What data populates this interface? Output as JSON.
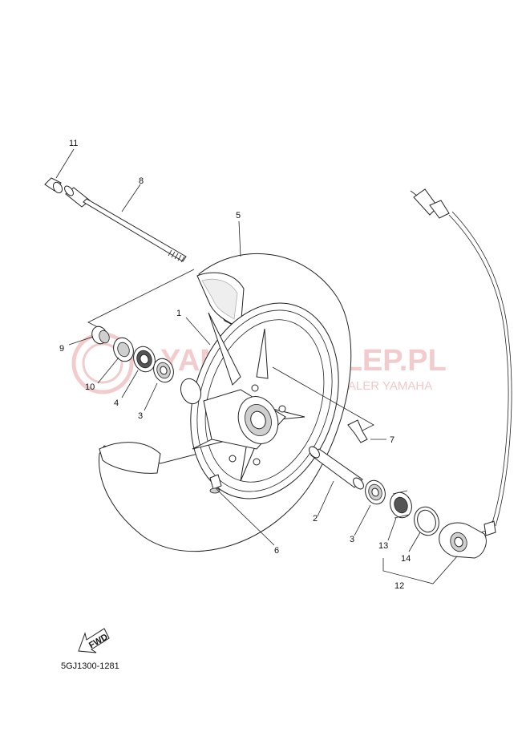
{
  "watermark": {
    "brand": "YAMAHA-SKLEP.PL",
    "tagline": "WOJCIK - OFICJALNY DEALER YAMAHA",
    "color": "#e8a3a3"
  },
  "callouts": [
    {
      "id": "c11",
      "text": "11"
    },
    {
      "id": "c8",
      "text": "8"
    },
    {
      "id": "c5",
      "text": "5"
    },
    {
      "id": "c1",
      "text": "1"
    },
    {
      "id": "c9",
      "text": "9"
    },
    {
      "id": "c10",
      "text": "10"
    },
    {
      "id": "c4",
      "text": "4"
    },
    {
      "id": "c3a",
      "text": "3"
    },
    {
      "id": "c7",
      "text": "7"
    },
    {
      "id": "c2",
      "text": "2"
    },
    {
      "id": "c3b",
      "text": "3"
    },
    {
      "id": "c13",
      "text": "13"
    },
    {
      "id": "c14",
      "text": "14"
    },
    {
      "id": "c12",
      "text": "12"
    },
    {
      "id": "c6",
      "text": "6"
    }
  ],
  "fwd_label": "FWD",
  "diagram_code": "5GJ1300-1281"
}
